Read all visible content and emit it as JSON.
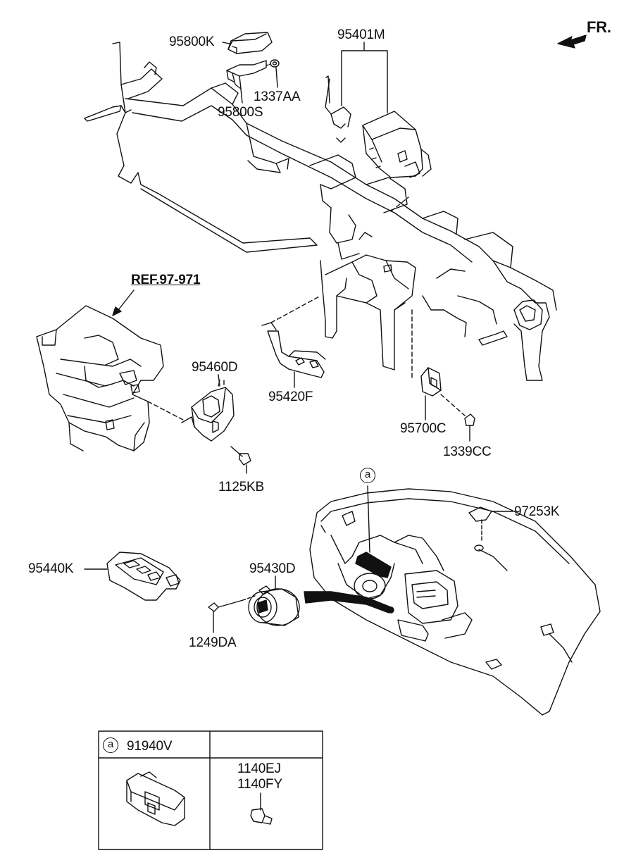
{
  "direction": {
    "label": "FR."
  },
  "reference": {
    "label": "REF.97-971"
  },
  "marker": {
    "letter": "a"
  },
  "parts": {
    "p95800K": "95800K",
    "p1337AA": "1337AA",
    "p95800S": "95800S",
    "p95401M": "95401M",
    "p95460D": "95460D",
    "p95420F": "95420F",
    "p95700C": "95700C",
    "p1339CC": "1339CC",
    "p1125KB": "1125KB",
    "p97253K": "97253K",
    "p95440K": "95440K",
    "p95430D": "95430D",
    "p1249DA": "1249DA"
  },
  "table": {
    "marker": "a",
    "left_part": "91940V",
    "right_parts": [
      "1140EJ",
      "1140FY"
    ]
  }
}
